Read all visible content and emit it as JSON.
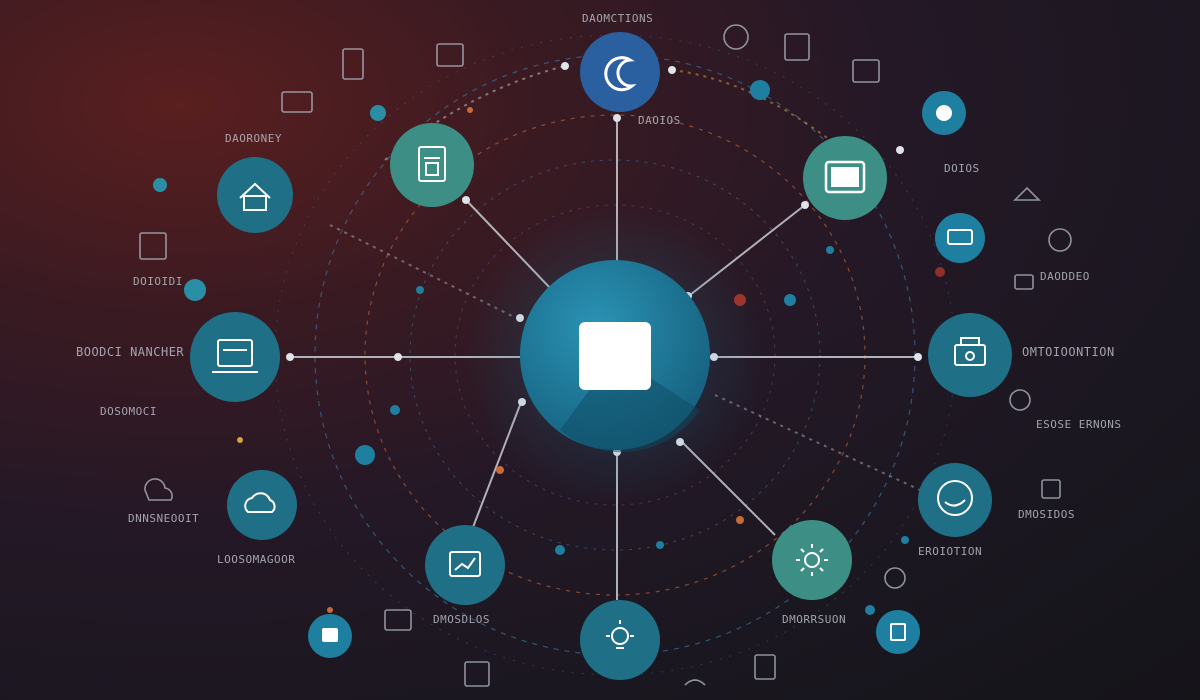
{
  "colors": {
    "background": "#1c1820",
    "node_teal": "#1f6f86",
    "node_green": "#3d8f86",
    "node_blue": "#2a5fa0",
    "hub": "#1f7fa0",
    "connector": "#c9ccd3",
    "orbit_orange": "#c96a3a",
    "orbit_blue": "#3a7fb0"
  },
  "hub": {
    "icon": "square-icon"
  },
  "nodes": [
    {
      "id": "top",
      "icon": "moon-icon",
      "tone": "node_blue"
    },
    {
      "id": "upper-left",
      "icon": "document-icon",
      "tone": "node_green"
    },
    {
      "id": "upper-right",
      "icon": "monitor-icon",
      "tone": "node_green"
    },
    {
      "id": "left",
      "icon": "laptop-icon",
      "tone": "node_teal"
    },
    {
      "id": "right",
      "icon": "printer-icon",
      "tone": "node_teal"
    },
    {
      "id": "lower-left",
      "icon": "chart-icon",
      "tone": "node_teal"
    },
    {
      "id": "lower-right",
      "icon": "sun-icon",
      "tone": "node_green"
    },
    {
      "id": "bottom",
      "icon": "bulb-icon",
      "tone": "node_teal"
    },
    {
      "id": "far-upper-left",
      "icon": "home-icon",
      "tone": "node_teal"
    },
    {
      "id": "far-lower-left",
      "icon": "cloud-icon",
      "tone": "node_teal"
    },
    {
      "id": "far-lower-right",
      "icon": "chat-icon",
      "tone": "node_teal"
    }
  ],
  "labels": {
    "l1": "DAOMCTIONS",
    "l2": "DAOIOS",
    "l3": "DAORONEY",
    "l4": "DOIOIDI",
    "l5": "BOODCI NANCHER",
    "l6": "DOSOMOCI",
    "l7": "DNNSNEOOIT",
    "l8": "LOOSOMAGOOR",
    "l9": "DOIOS",
    "l10": "DAODDEO",
    "l11": "OMTOIOONTION",
    "l12": "ESOSE ERNONS",
    "l13": "DMOSIDOS",
    "l14": "EROIOTION",
    "l15": "DMOSDLOS",
    "l16": "DMORRSUON"
  }
}
